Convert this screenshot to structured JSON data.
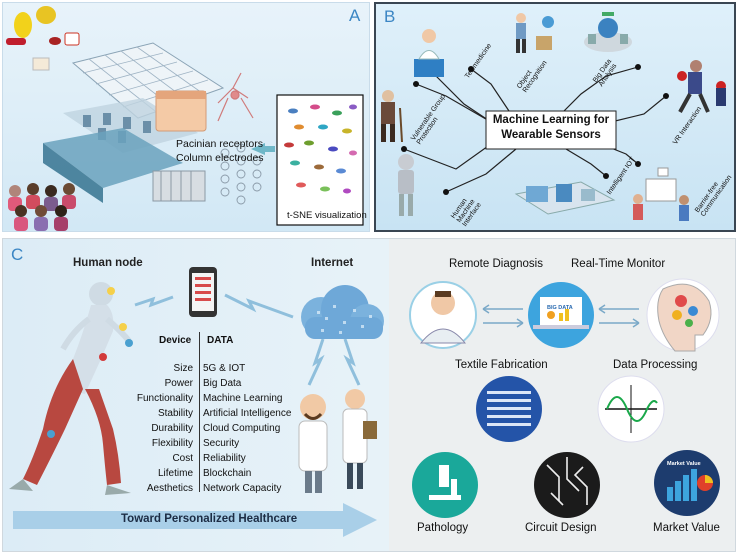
{
  "panel_a": {
    "letter": "A",
    "label_receptors": "Pacinian receptors",
    "label_electrodes": "Column electrodes",
    "tsne_caption": "t-SNE visualization"
  },
  "panel_b": {
    "letter": "B",
    "center_title_line1": "Machine Learning for",
    "center_title_line2": "Wearable Sensors",
    "topics": {
      "telemedicine": "Telemedicine",
      "object_recognition": "Object Recognition",
      "big_data": "Big Data Analysis",
      "vulnerable": "Vulnerable Group Protection",
      "vr": "VR Interaction",
      "hmi": "Human Machine Interface",
      "iot": "Intelligent IOT",
      "barrier_free": "Barrier-free Communication"
    }
  },
  "panel_c": {
    "letter": "C",
    "human_node": "Human node",
    "internet": "Internet",
    "device_header": "Device",
    "data_header": "DATA",
    "device_items": [
      "Size",
      "Power",
      "Functionality",
      "Stability",
      "Durability",
      "Flexibility",
      "Cost",
      "Lifetime",
      "Aesthetics"
    ],
    "data_items": [
      "5G & IOT",
      "Big Data",
      "Machine Learning",
      "Artificial Intelligence",
      "Cloud Computing",
      "Security",
      "Reliability",
      "Blockchain",
      "Network Capacity"
    ],
    "arrow_text": "Toward Personalized Healthcare",
    "big_data_tag": "BIG DATA",
    "market_tag": "Market Value",
    "right_labels": {
      "remote_diagnosis": "Remote Diagnosis",
      "real_time": "Real-Time Monitor",
      "textile": "Textile Fabrication",
      "processing": "Data Processing",
      "pathology": "Pathology",
      "circuit": "Circuit Design",
      "market": "Market Value"
    }
  },
  "colors": {
    "accent": "#3b86c4",
    "muscle": "#b8463e",
    "teal": "#1aa89a",
    "navy": "#1d3c6e"
  }
}
